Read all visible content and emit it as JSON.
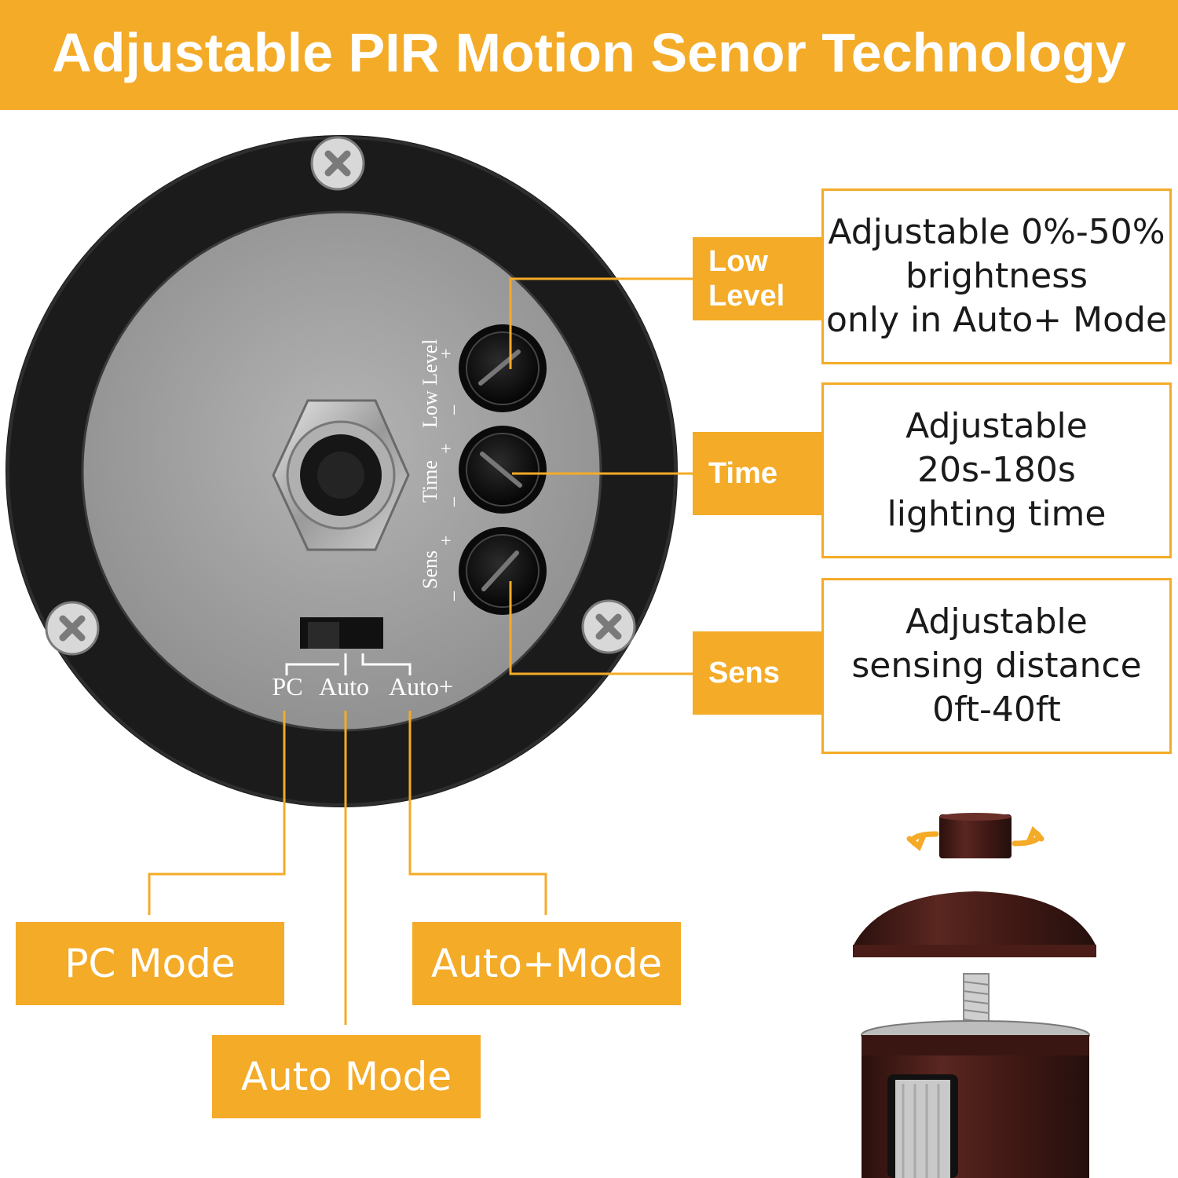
{
  "header": {
    "title": "Adjustable PIR Motion Senor Technology"
  },
  "device": {
    "knob_labels": {
      "low_level": "Low Level",
      "time": "Time",
      "sens": "Sens",
      "minus": "_",
      "plus": "+"
    },
    "switch_labels": {
      "pc": "PC",
      "auto": "Auto",
      "auto_plus": "Auto+"
    }
  },
  "callouts": {
    "low_level": {
      "tag": [
        "Low",
        "Level"
      ],
      "lines": [
        "Adjustable 0%-50%",
        "brightness",
        "only in Auto+ Mode"
      ]
    },
    "time": {
      "tag": "Time",
      "lines": [
        "Adjustable",
        "20s-180s",
        "lighting time"
      ]
    },
    "sens": {
      "tag": "Sens",
      "lines": [
        "Adjustable",
        "sensing distance",
        "0ft-40ft"
      ]
    }
  },
  "modes": {
    "pc": "PC Mode",
    "auto": "Auto Mode",
    "auto_plus": "Auto+Mode"
  },
  "colors": {
    "accent": "#f4ab27",
    "housing": "#1b1b1b",
    "faceplate": "#a5a5a5",
    "wood": "#4a1f1a"
  },
  "icons": [
    "screw-icon",
    "knob-icon",
    "rotate-arrows-icon"
  ]
}
